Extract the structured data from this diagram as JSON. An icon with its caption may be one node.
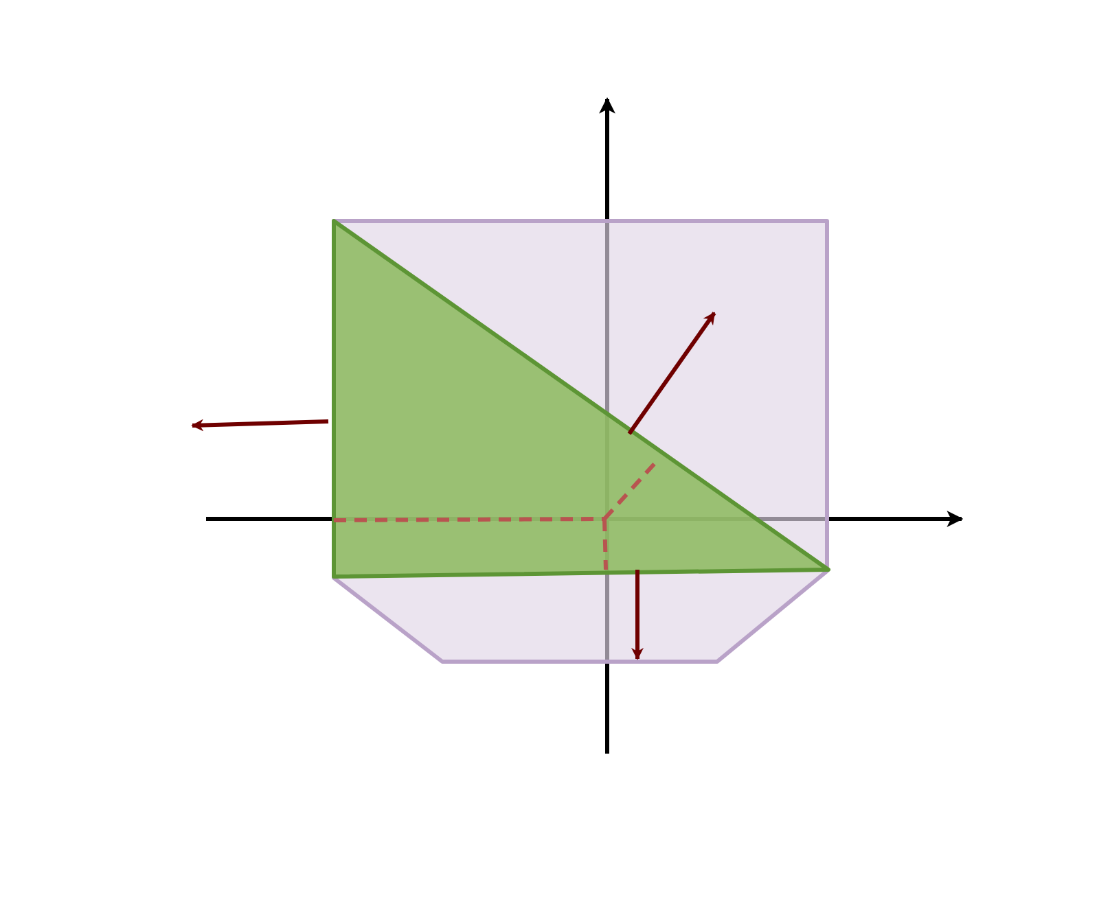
{
  "diagram": {
    "nodes": [
      {
        "text": [],
        "shape": "polygon"
      },
      {
        "text": [],
        "shape": "triangle",
        "in": 0
      }
    ]
  }
}
